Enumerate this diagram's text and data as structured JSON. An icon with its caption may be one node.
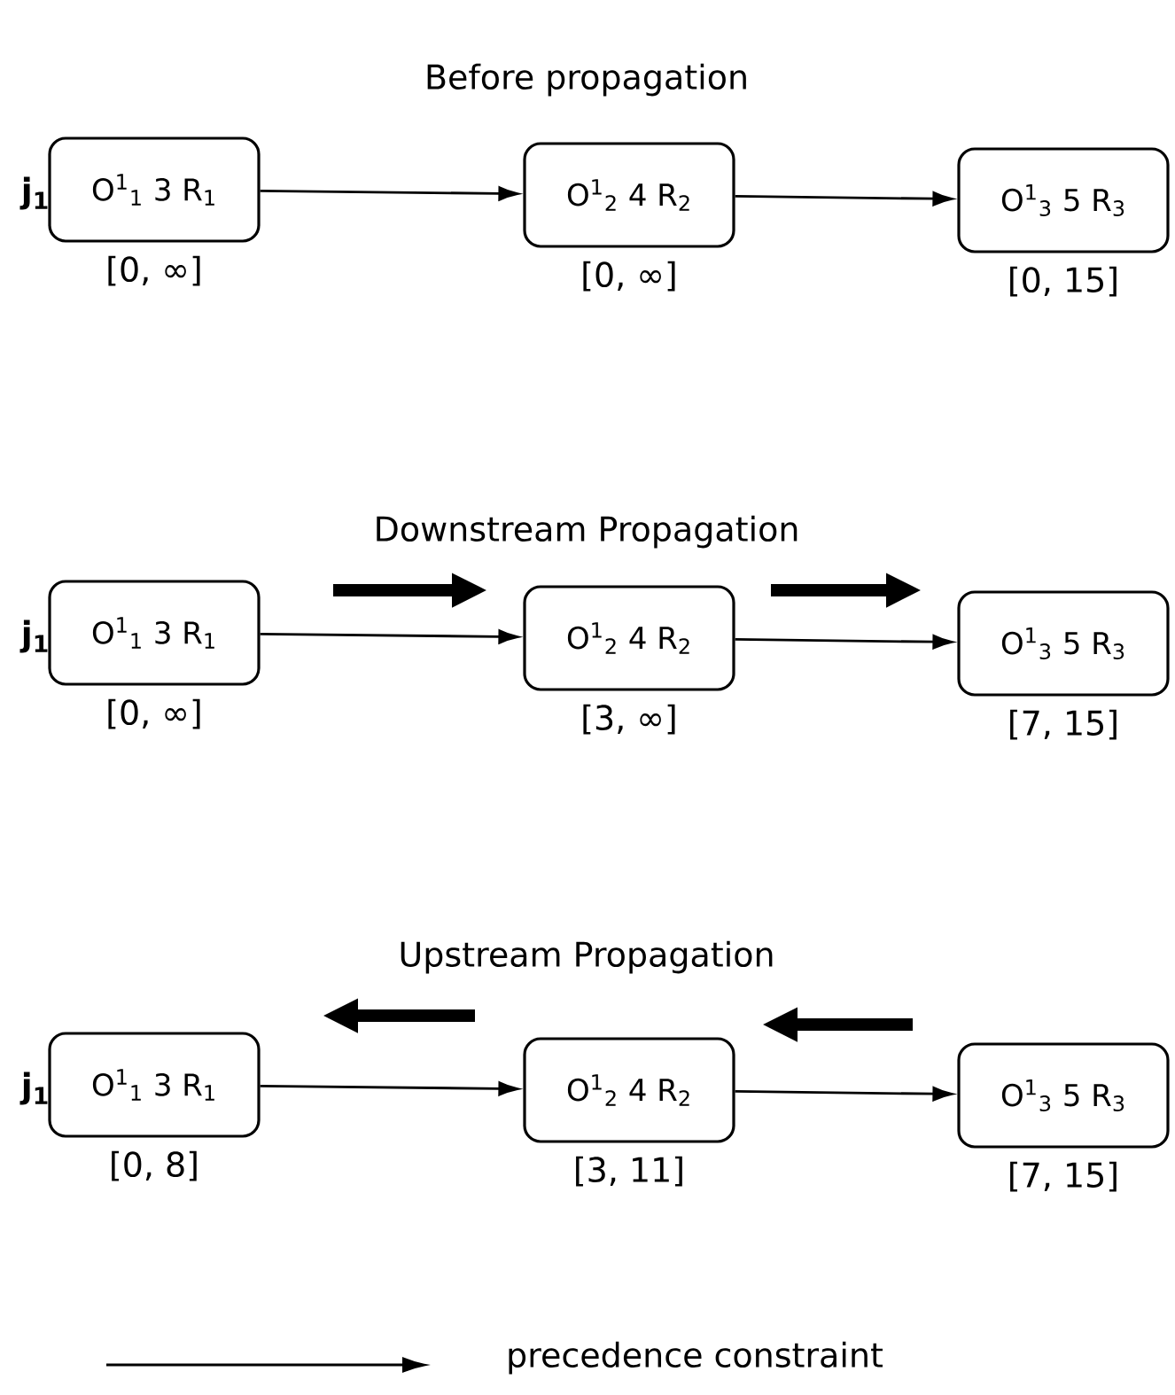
{
  "diagram": {
    "nodes": [
      {
        "text": [
          "O$^{1}$$_{1}$ 3 R$_{1}$"
        ],
        "beside": [
          "[0, ∞]"
        ]
      },
      {
        "text": [
          "O$^{1}$$_{2}$ 4 R$_{2}$"
        ],
        "beside": [
          "[0, ∞]"
        ]
      },
      {
        "text": [
          "O$^{1}$$_{3}$ 5 R$_{3}$"
        ],
        "beside": [
          "[0, 15]"
        ]
      },
      {
        "text": [
          "O$^{1}$$_{1}$ 3 R$_{1}$"
        ],
        "beside": [
          "[0, ∞]"
        ]
      },
      {
        "text": [
          "O$^{1}$$_{2}$ 4 R$_{2}$"
        ],
        "beside": [
          "[3, ∞]"
        ]
      },
      {
        "text": [
          "O$^{1}$$_{3}$ 5 R$_{3}$"
        ],
        "beside": [
          "[7, 15]"
        ]
      },
      {
        "text": [
          "O$^{1}$$_{1}$ 3 R$_{1}$"
        ],
        "beside": [
          "[0, 8]"
        ]
      },
      {
        "text": [
          "O$^{1}$$_{2}$ 4 R$_{2}$"
        ],
        "beside": [
          "[3, 11]"
        ]
      },
      {
        "text": [
          "O$^{1}$$_{3}$ 5 R$_{3}$"
        ],
        "beside": [
          "[7, 15]"
        ]
      }
    ],
    "edges": [
      {
        "from": 0,
        "to": 1,
        "arrow": "to"
      },
      {
        "from": 1,
        "to": 2,
        "arrow": "to"
      },
      {
        "from": 3,
        "to": 4,
        "arrow": "to"
      },
      {
        "from": 4,
        "to": 5,
        "arrow": "to"
      },
      {
        "from": 6,
        "to": 7,
        "arrow": "to"
      },
      {
        "from": 7,
        "to": 8,
        "arrow": "to"
      }
    ],
    "labels": [
      "Before propagation",
      "j$_{1}$",
      "Downstream Propagation",
      "j$_{1}$",
      "Upstream Propagation",
      "j$_{1}$"
    ],
    "legend": [
      {
        "text": "precedence constraint"
      }
    ]
  }
}
